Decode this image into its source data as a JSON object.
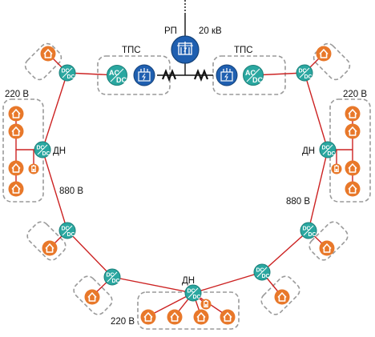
{
  "diagram": {
    "labels": {
      "rp": "РП",
      "rp_voltage": "20 кВ",
      "tps_left": "ТПС",
      "tps_right": "ТПС",
      "v220_left": "220 В",
      "v220_right": "220 В",
      "v220_bottom": "220 В",
      "dn_left": "ДН",
      "dn_right": "ДН",
      "dn_bottom": "ДН",
      "v880_left": "880 В",
      "v880_right": "880 В"
    },
    "converter": {
      "top": "DC",
      "bottom": "DC"
    },
    "ac_dc": {
      "top": "AC",
      "bottom": "DC"
    },
    "colors": {
      "ring_line": "#cc2222",
      "converter": "#2aa7a0",
      "house": "#e8782a",
      "substation": "#1f5fb0",
      "group_border": "#9a9a9a"
    }
  }
}
